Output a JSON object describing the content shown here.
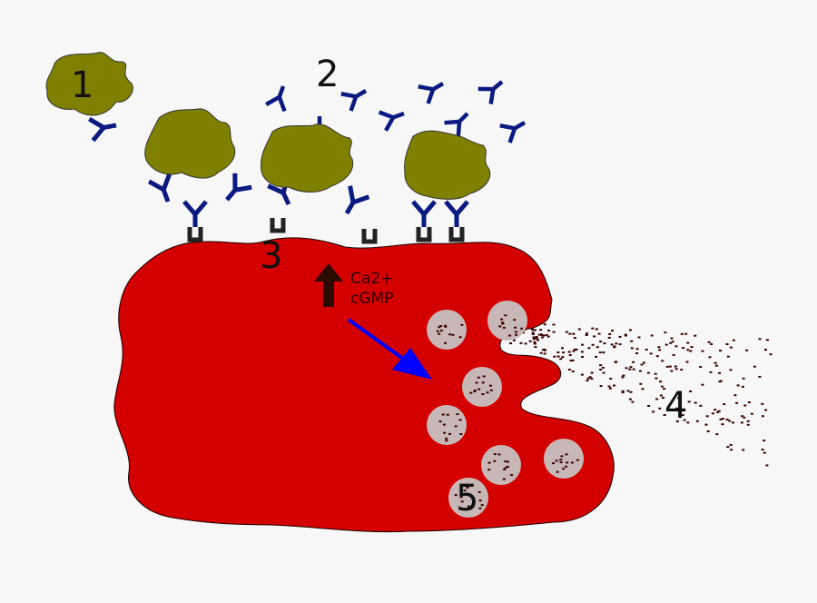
{
  "labels": {
    "one": "1",
    "two": "2",
    "three": "3",
    "four": "4",
    "five": "5",
    "ca": "Ca2+",
    "cgmp": "cGMP"
  },
  "colors": {
    "cell": "#d40000",
    "antigen": "#808000",
    "antibody": "#0a1a80",
    "receptor": "#222222",
    "granule": "#c8b7b7",
    "dots": "#3a0000",
    "arrow_up": "#2b0a00",
    "arrow_blue": "#0000ff"
  },
  "icons": {
    "antigen": "antigen-blob-icon",
    "antibody": "antibody-y-icon",
    "receptor": "receptor-icon",
    "granule": "granule-icon"
  }
}
